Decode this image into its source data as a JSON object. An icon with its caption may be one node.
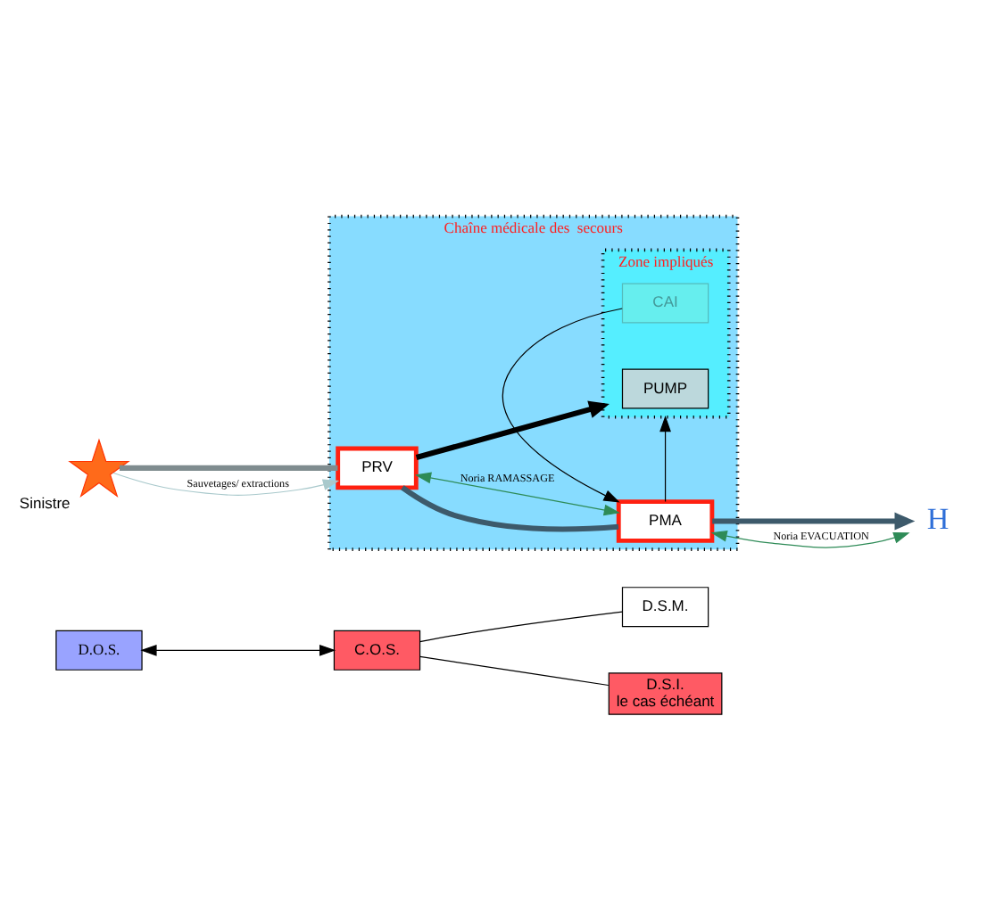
{
  "diagram": {
    "nodes": [
      {
        "text": [
          "D.O.S."
        ]
      },
      {
        "text": [
          "C.O.S."
        ]
      },
      {
        "text": [
          "D.S.M."
        ]
      },
      {
        "text": [
          "D.S.I.",
          "le cas échéant"
        ]
      },
      {
        "text": [],
        "shape": "star",
        "beside": [
          "Sinistre"
        ]
      },
      {
        "text": [
          "Chaîne médicale des  secours"
        ]
      },
      {
        "text": [
          "PRV"
        ],
        "in": 5
      },
      {
        "text": [
          "PMA"
        ],
        "in": 5
      },
      {
        "text": [
          "Zone impliqués"
        ],
        "in": 5
      },
      {
        "text": [
          "CAI"
        ],
        "in": 8
      },
      {
        "text": [
          "PUMP"
        ],
        "in": 8
      },
      {
        "text": [
          "H"
        ]
      }
    ],
    "edges": [
      {
        "from": 0,
        "to": 1,
        "arrow": "both"
      },
      {
        "from": 1,
        "to": 3,
        "arrow": "none"
      },
      {
        "from": 1,
        "to": 2,
        "arrow": "none"
      },
      {
        "from": 4,
        "to": 6,
        "arrow": "none",
        "style": "thick",
        "color": "#7f8c8f"
      },
      {
        "from": 6,
        "to": 7,
        "arrow": "none",
        "style": "thick",
        "color": "#3d5a6b"
      },
      {
        "from": 7,
        "to": 11,
        "arrow": "to",
        "style": "thick",
        "color": "#3d5a6b"
      },
      {
        "from": 4,
        "to": 6,
        "arrow": "to",
        "label": "Sauvetages/ extractions",
        "color": "#a9c9cc"
      },
      {
        "from": 6,
        "to": 7,
        "arrow": "both",
        "label": "Noria RAMASSAGE",
        "color": "#2e8b57"
      },
      {
        "from": 7,
        "to": 11,
        "arrow": "both",
        "label": "Noria EVACUATION",
        "color": "#2e8b57"
      },
      {
        "from": 6,
        "to": 8,
        "arrow": "to",
        "style": "thick"
      },
      {
        "from": 9,
        "to": 7,
        "arrow": "to"
      },
      {
        "from": 7,
        "to": 8,
        "arrow": "to"
      }
    ]
  }
}
